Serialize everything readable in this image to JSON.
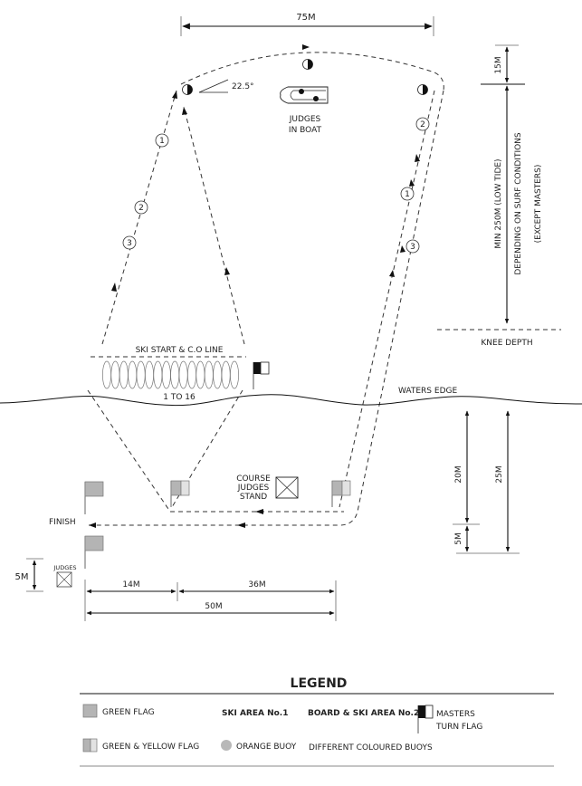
{
  "diagram": {
    "dimensions": {
      "top_width": "75M",
      "top_gap": "15M",
      "course_length": "MIN 250M (LOW TIDE)",
      "course_note": "DEPENDING ON SURF CONDITIONS",
      "course_note2": "(EXCEPT MASTERS)",
      "beach_20": "20M",
      "beach_25": "25M",
      "beach_5": "5M",
      "left_5": "5M",
      "base_14": "14M",
      "base_36": "36M",
      "base_50": "50M"
    },
    "labels": {
      "angle": "22.5°",
      "judges_boat_1": "JUDGES",
      "judges_boat_2": "IN BOAT",
      "knee_depth": "KNEE DEPTH",
      "ski_start": "SKI START  & C.O LINE",
      "ski_lanes": "1 TO 16",
      "waters_edge": "WATERS EDGE",
      "course_judges_1": "COURSE",
      "course_judges_2": "JUDGES",
      "course_judges_3": "STAND",
      "finish": "FINISH",
      "judges": "JUDGES"
    },
    "buoy_numbers": {
      "left_1": "1",
      "left_2": "2",
      "left_3": "3",
      "right_2": "2",
      "right_1": "1",
      "right_3": "3"
    },
    "ski_lane_count": 16
  },
  "legend": {
    "title": "LEGEND",
    "green_flag": "GREEN FLAG",
    "green_yellow_flag": "GREEN & YELLOW FLAG",
    "ski_area": "SKI AREA No.1",
    "orange_buoy": "ORANGE BUOY",
    "board_ski_area": "BOARD & SKI AREA No.2",
    "different_buoys": "DIFFERENT COLOURED BUOYS",
    "masters_1": "MASTERS",
    "masters_2": "TURN FLAG"
  },
  "colors": {
    "green_flag": "#b4b4b4",
    "yellow_part": "#e2e2e2",
    "orange_buoy": "#b8b8b8",
    "line": "#222222"
  }
}
